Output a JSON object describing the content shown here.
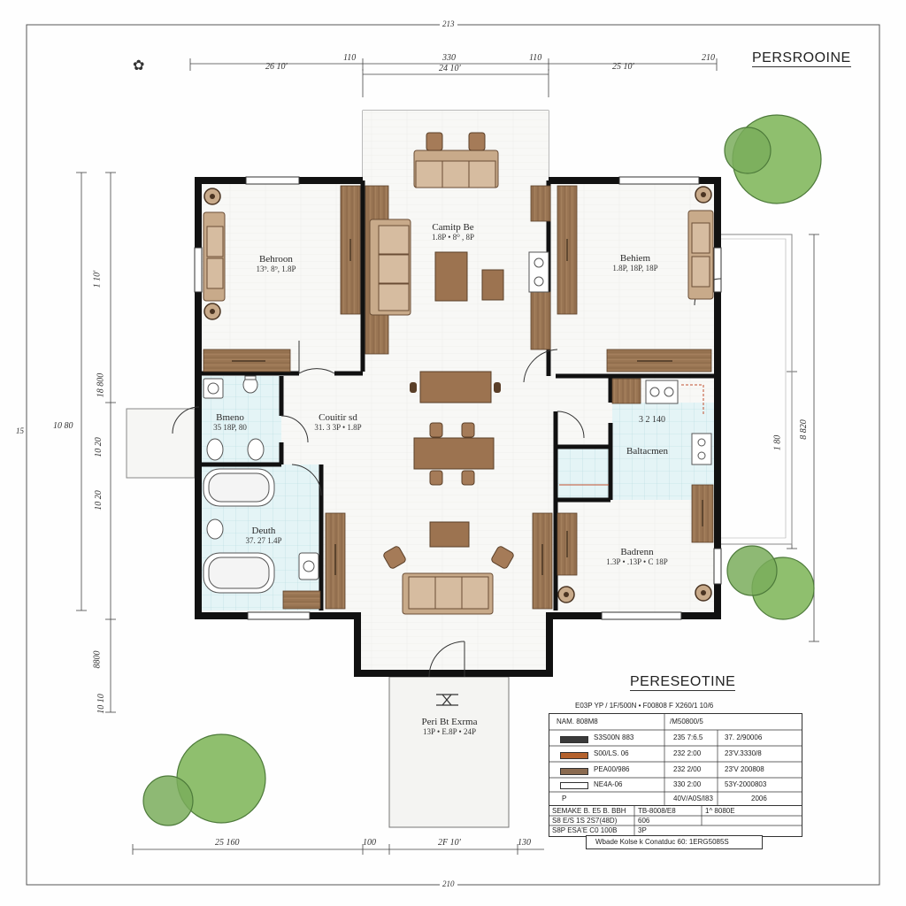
{
  "frame": {
    "top_dim": "213",
    "bottom_dim": "210",
    "left_dim": "15"
  },
  "top_dims": {
    "d1": "26 10'",
    "d2": "110",
    "d3": "330",
    "d4": "24 10'",
    "d5": "110",
    "d6": "25 10'",
    "d7": "210"
  },
  "left_dims": {
    "d1": "1 10'",
    "d2": "18 800",
    "d3": "10 80",
    "d4": "10 20",
    "d5": "10 20",
    "d6": "8800",
    "d7": "10 10"
  },
  "right_dims": {
    "d1": "1 80",
    "d2": "8 820"
  },
  "bottom_dims": {
    "d1": "25 160",
    "d2": "2F 10'",
    "d3": "100",
    "d4": "130"
  },
  "title_top": "PERSROOINE",
  "rooms": {
    "bedroom_left": {
      "name": "Behroon",
      "size": "13⁹. 8⁹, 1.8P"
    },
    "center_top": {
      "name": "Camitp Be",
      "size": "1.8P • 8⁰ , 8P"
    },
    "bedroom_right": {
      "name": "Behiem",
      "size": "1.8P, 18P, 18P"
    },
    "bathroom_small": {
      "name": "Bmeno",
      "size": "35 18P, 80"
    },
    "center_mid": {
      "name": "Couitir sd",
      "size": "31. 3 3P • 1.8P"
    },
    "kitchen": {
      "name": "",
      "size": "3 2 140"
    },
    "bathroom_right": {
      "name": "Baltacmen",
      "size": ""
    },
    "bath_left": {
      "name": "Deuth",
      "size": "37. 27 1.4P"
    },
    "bedroom_br": {
      "name": "Badrenn",
      "size": "1.3P • .13P • C 18P"
    },
    "porch": {
      "name": "Peri Bt Exrma",
      "size": "13P • E.8P • 24P"
    }
  },
  "perspective": {
    "title": "PERESEOTINE",
    "subtitle": "E03P YP / 1F/500N • F00808 F X260/1 10/6",
    "header_left": "NAM. 808M8",
    "header_right": "/M50800/5",
    "rows": [
      {
        "label": "S3S00N 883",
        "c1": "235  7:6.5",
        "c2": "37. 2/90006",
        "color": "#3a3a3a"
      },
      {
        "label": "S00/LS. 06",
        "c1": "232  2:00",
        "c2": "23'V.3330/8",
        "color": "#b4622e"
      },
      {
        "label": "PEA00/986",
        "c1": "232  2/00",
        "c2": "23'V 200808",
        "color": "#8a6a4f"
      },
      {
        "label": "NE4A-06",
        "c1": "330  2:00",
        "c2": "53Y-2000803",
        "color": "#ffffff"
      },
      {
        "label": "P",
        "c1": "40V/A0S/I83",
        "c2": "2006",
        "color": ""
      }
    ],
    "footer": [
      {
        "a": "SEMAKE B. E5 B. BBH",
        "b": "TB-8008/E8",
        "c": "1^ 8080E"
      },
      {
        "a": "S8 E/S 1S 2S7(48D)",
        "b": "606",
        "c": ""
      },
      {
        "a": "S8P ESA'E C0 100B",
        "b": "3P",
        "c": ""
      }
    ],
    "bottom_note": "Wbade Kolse k Conatduc 60: 1ERG5085S"
  },
  "colors": {
    "wall": "#111111",
    "wood": "#8a6a4f",
    "wood_light": "#a9855f",
    "tile": "#dff2f4",
    "tree": "#8fbf6e",
    "floor": "#f7f7f5"
  }
}
